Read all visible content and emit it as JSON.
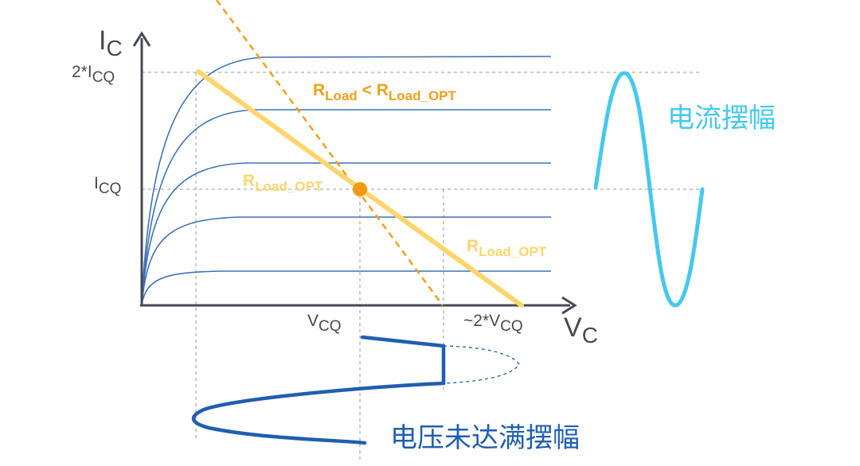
{
  "colors": {
    "curve": "#3d73b8",
    "axis": "#454a54",
    "grid": "#9a9a9a",
    "load_line_opt": "#fdd56c",
    "load_line_small": "#f2a019",
    "q_point": "#f29a11",
    "current_swing": "#45c8f0",
    "voltage_swing": "#1f5eb0",
    "label_gray": "#4a4a4a"
  },
  "axes": {
    "y_label": {
      "main": "I",
      "sub": "C"
    },
    "x_label": {
      "main": "V",
      "sub": "C"
    }
  },
  "ticks": {
    "y_2icq": {
      "prefix": "2*I",
      "sub": "CQ"
    },
    "y_icq": {
      "prefix": "I",
      "sub": "CQ"
    },
    "x_vcq": {
      "prefix": "V",
      "sub": "CQ"
    },
    "x_2vcq": {
      "prefix": "~2*V",
      "sub": "CQ"
    }
  },
  "load_lines": {
    "small_label": {
      "r": "R",
      "sub1": "Load",
      "mid": " < R",
      "sub2": "Load_OPT"
    },
    "opt_label": {
      "r": "R",
      "sub": "Load_OPT"
    },
    "q_label": {
      "r": "R",
      "sub": "Load_OPT"
    }
  },
  "swings": {
    "current_label": "电流摆幅",
    "voltage_label": "电压未达满摆幅"
  }
}
